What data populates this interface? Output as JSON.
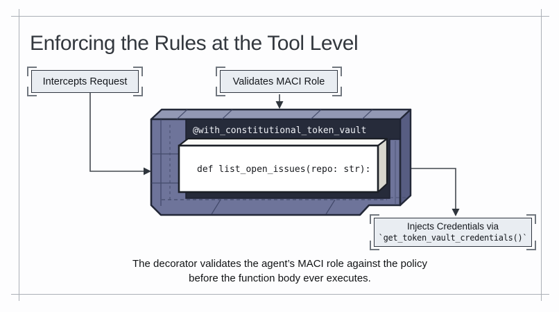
{
  "title": "Enforcing the Rules at the Tool Level",
  "tags": {
    "intercepts": "Intercepts Request",
    "validates": "Validates MACI Role",
    "injects_line1": "Injects Credentials via",
    "injects_line2": "`get_token_vault_credentials()`"
  },
  "vault": {
    "decorator_label": "@with_constitutional_token_vault",
    "code_label": "def list_open_issues(repo: str):"
  },
  "caption": {
    "line1": "The decorator validates the agent’s MACI role against the policy",
    "line2": "before the function body ever executes."
  },
  "colors": {
    "frame_front": "#6e749a",
    "frame_top": "#9298b4",
    "frame_side": "#575d82",
    "frame_outline": "#232838",
    "opening_dark": "#262b3a",
    "code_box_fill": "#ffffff",
    "code_box_side": "#d8d7ce",
    "tag_fill": "#e9edf2",
    "arrow": "#43484f"
  }
}
